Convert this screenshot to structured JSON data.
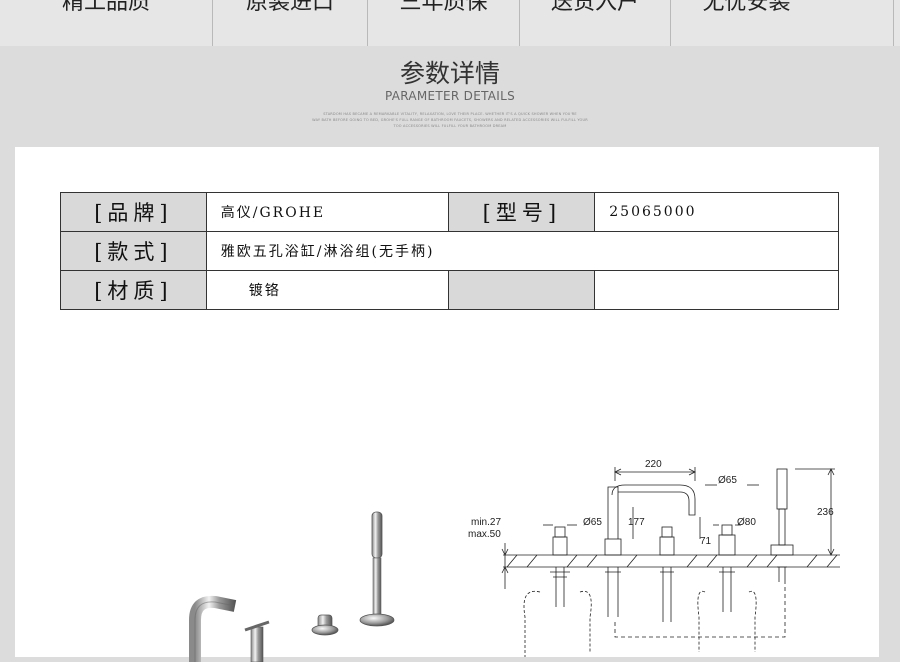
{
  "nav": {
    "items": [
      {
        "label": "精工品质"
      },
      {
        "label": "原装进口"
      },
      {
        "label": "三年质保"
      },
      {
        "label": "送货入户"
      },
      {
        "label": "无忧安装"
      }
    ]
  },
  "section": {
    "title_cn": "参数详情",
    "title_en": "PARAMETER DETAILS",
    "fine_print": [
      "STARDOM HAS BECAME A REMARKABLE VITALITY, RELAXATION, LOVE THEIR PLACE. WHETHER IT'S A QUICK SHOWER WHEN YOU'RE",
      "WAY BATH BEFORE GOING TO BED, GROHE'S FULL RANGE OF BATHROOM FAUCETS, SHOWERS AND RELATED ACCESSORIES WILL FULFILL YOUR",
      "TOO ACCESSORIES WILL FULFILL YOUR BATHROOM DREAM"
    ]
  },
  "params": {
    "brand_key": "[品牌]",
    "brand_value": "高仪/GROHE",
    "model_key": "[型号]",
    "model_value": "25065000",
    "style_key": "[款式]",
    "style_value": "雅欧五孔浴缸/淋浴组(无手柄)",
    "material_key": "[材质]",
    "material_value": "镀铬"
  },
  "diagram": {
    "dims": {
      "d220": "220",
      "d65a": "Ø65",
      "d65b": "Ø65",
      "d80": "Ø80",
      "d177": "177",
      "d71": "71",
      "d236": "236",
      "min": "min.27",
      "max": "max.50"
    }
  },
  "colors": {
    "page_bg": "#dcdcdc",
    "nav_bg": "#e6e6e6",
    "key_cell_bg": "#d9d9d9",
    "card_bg": "#ffffff"
  }
}
